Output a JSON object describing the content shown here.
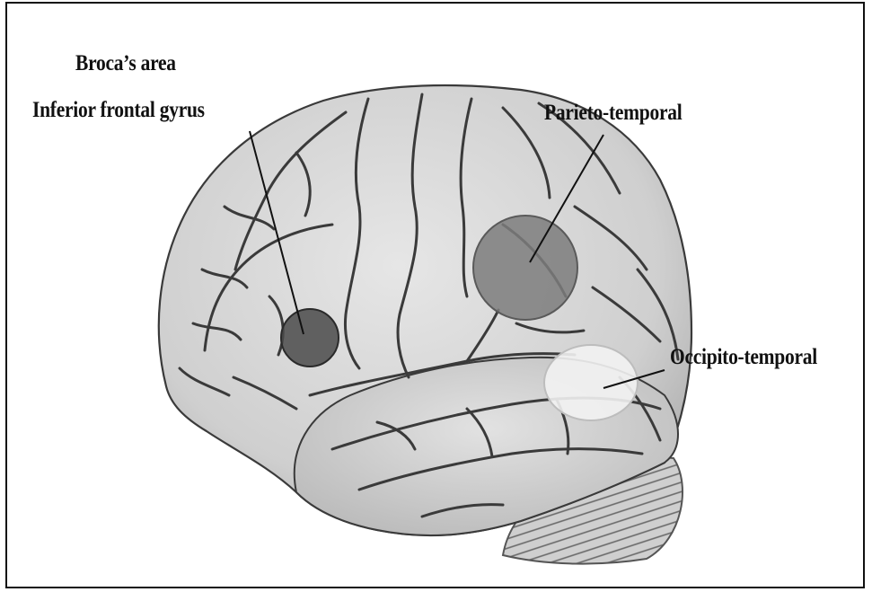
{
  "labels": {
    "broca_title": "Broca’s area",
    "broca_subtitle": "Inferior frontal gyrus",
    "parieto_temporal": "Parieto-temporal",
    "occipito_temporal": "Occipito-temporal"
  },
  "colors": {
    "border": "#111111",
    "broca_region": "#4a4a4a",
    "parieto_region": "#7c7c7c",
    "occipito_region": "#f2f2f2",
    "brain_surface": "#d4d4d4",
    "sulci": "#3a3a3a"
  }
}
